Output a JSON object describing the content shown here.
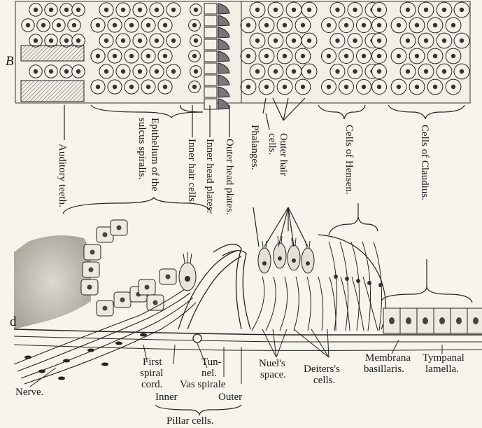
{
  "panels": {
    "top": "B",
    "bottom": "d"
  },
  "labels": {
    "auditory_teeth": "Auditory teeth.",
    "epithelium_1": "Epithelium of the",
    "epithelium_2": "sulcus spiralis.",
    "inner_hair_cells": "Inner hair cells.",
    "inner_head_plates": "Inner head plates.",
    "outer_head_plates": "Outer head plates.",
    "phalanges": "Phalanges.",
    "outer_hair_1": "Outer hair",
    "outer_hair_2": "cells.",
    "cells_hensen": "Cells of Hensen.",
    "cells_claudius": "Cells of Claudius.",
    "first_spiral_1": "First",
    "first_spiral_2": "spiral",
    "first_spiral_3": "cord.",
    "nerve": "Nerve.",
    "tunnel_1": "Tun-",
    "tunnel_2": "nel.",
    "vas_spirale": "Vas spirale",
    "inner": "Inner",
    "outer": "Outer",
    "pillar_cells": "Pillar cells.",
    "nuel_1": "Nuel's",
    "nuel_2": "space.",
    "deiters_1": "Deiters's",
    "deiters_2": "cells.",
    "membrana_1": "Membrana",
    "membrana_2": "basillaris.",
    "tympanal_1": "Tympanal",
    "tympanal_2": "lamella."
  }
}
